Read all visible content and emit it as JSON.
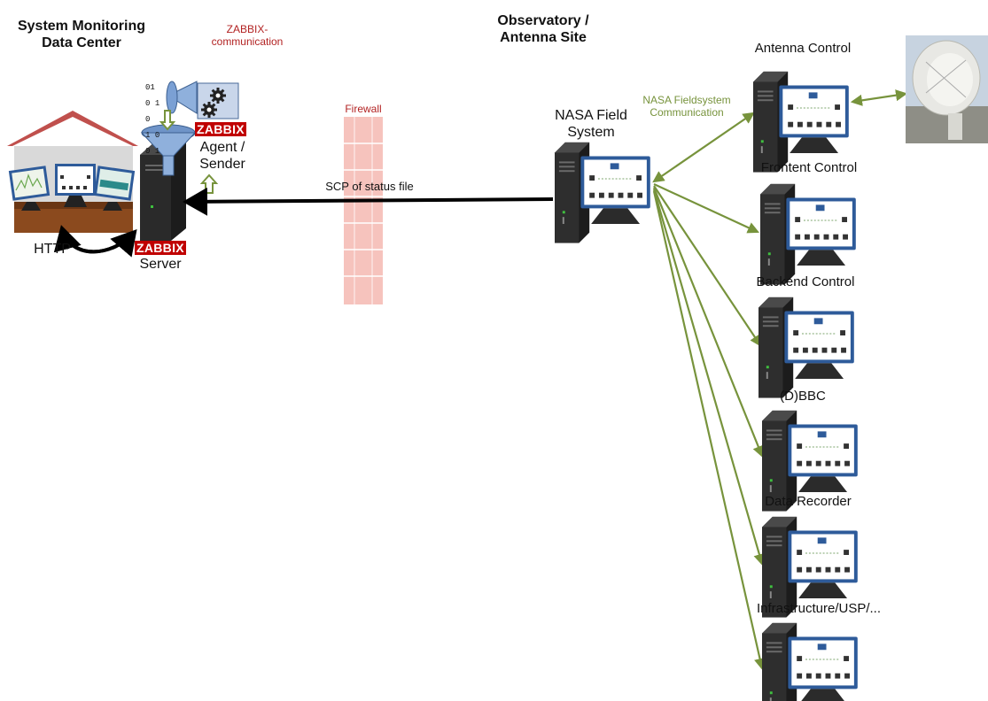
{
  "datacenter": {
    "title": "System Monitoring\nData Center",
    "zabbix_comm": "ZABBIX-\ncommunication",
    "agent_badge": "ZABBIX",
    "agent_label": "Agent /\nSender",
    "server_badge": "ZABBIX",
    "server_label": "Server",
    "http_label": "HTTP",
    "binary_digits": [
      "0",
      "1",
      "0",
      "1",
      "0",
      "1",
      "0",
      "0",
      "1"
    ]
  },
  "link": {
    "firewall_label": "Firewall",
    "scp_label": "SCP of status file"
  },
  "site": {
    "title": "Observatory /\nAntenna Site",
    "fieldsystem_label": "NASA Field\nSystem",
    "fs_comm_label": "NASA Fieldsystem\nCommunication",
    "devices": [
      {
        "label": "Antenna Control"
      },
      {
        "label": "Frontent Control"
      },
      {
        "label": "Backend Control"
      },
      {
        "label": "(D)BBC"
      },
      {
        "label": "Data Recorder"
      },
      {
        "label": "Infrastructure/USP/..."
      }
    ]
  },
  "colors": {
    "arrow_black": "#000000",
    "arrow_green": "#77933c",
    "zabbix_red": "#c00000",
    "firewall": "#f4b6b0",
    "monitor_blue": "#2e5b9a",
    "tower": "#2b2b2b",
    "house_roof": "#c0504d",
    "antenna_sky": "#c7d3e0"
  },
  "icons": [
    "house-icon",
    "funnel-icon",
    "gear-icon",
    "server-tower-icon",
    "monitor-icon",
    "antenna-dish-icon",
    "firewall-icon"
  ]
}
